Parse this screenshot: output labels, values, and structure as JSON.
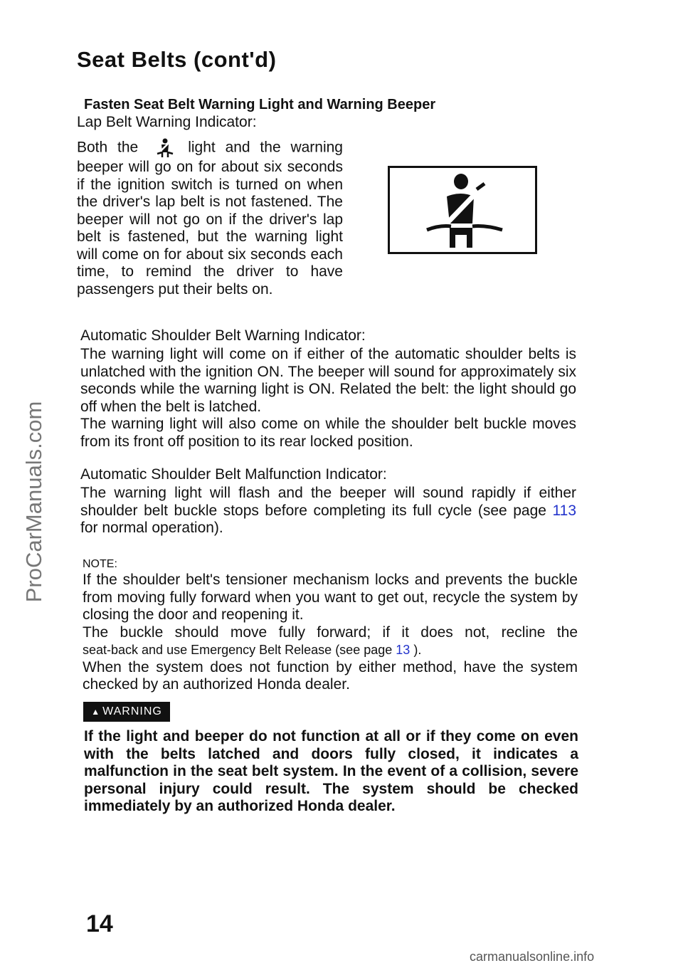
{
  "title": "Seat  Belts  (cont'd)",
  "subheading": "Fasten Seat Belt Warning Light and Warning Beeper",
  "lap": {
    "label": "Lap Belt Warning Indicator:",
    "text_before_icon": "Both the",
    "text_after_icon": "light and the warning beeper will go on for about six seconds if the ignition switch is turned on when the driver's lap belt is not fastened. The beeper will not go on if the driver's lap belt is fastened, but the warning light will come on for about six seconds each time, to remind the driver to have passengers put their belts on."
  },
  "icons": {
    "inline": "seatbelt-icon",
    "panel": "seatbelt-indicator-icon",
    "warning": "warning-triangle-icon"
  },
  "shoulder": {
    "label": "Automatic Shoulder Belt Warning Indicator:",
    "para1": "The warning light will come on if either of the automatic shoulder belts is unlatched with the ignition ON. The beeper will sound for approximately six seconds while the warning light is ON. Related the belt: the light should go off when the belt is latched.",
    "para2": "The warning light will also come on while the shoulder belt buckle moves from its front off position to its rear locked position."
  },
  "malfunction": {
    "label": "Automatic Shoulder Belt Malfunction Indicator:",
    "text_before_link": "The warning light will flash and the beeper will sound rapidly if either shoulder belt buckle stops before completing its full cycle (see page",
    "link": "113",
    "text_after_link": "for normal operation)."
  },
  "note": {
    "label": "NOTE:",
    "para1": "If the shoulder belt's tensioner mechanism locks and prevents the buckle from moving fully forward when you want to get out, recycle the system by closing the door and reopening it.",
    "para2": "The buckle should move fully forward; if it does not, recline the",
    "para2_line2_before": "seat-back and use Emergency Belt Release (see page",
    "para2_link": "13",
    "para2_line2_after": ").",
    "para3": "When the system does not function by either method, have the system checked by an authorized Honda dealer."
  },
  "warning": {
    "badge": "WARNING",
    "text": "If the light and beeper do not function at all or if they come on even with the belts latched and doors fully closed, it indicates a malfunction in the seat belt system. In the event of a collision, severe personal injury could result. The system should be checked immediately by an authorized Honda dealer."
  },
  "page_number": "14",
  "watermarks": {
    "side": "ProCarManuals.com",
    "bottom": "carmanualsonline.info"
  },
  "colors": {
    "link": "#2233cc",
    "text": "#111111"
  }
}
